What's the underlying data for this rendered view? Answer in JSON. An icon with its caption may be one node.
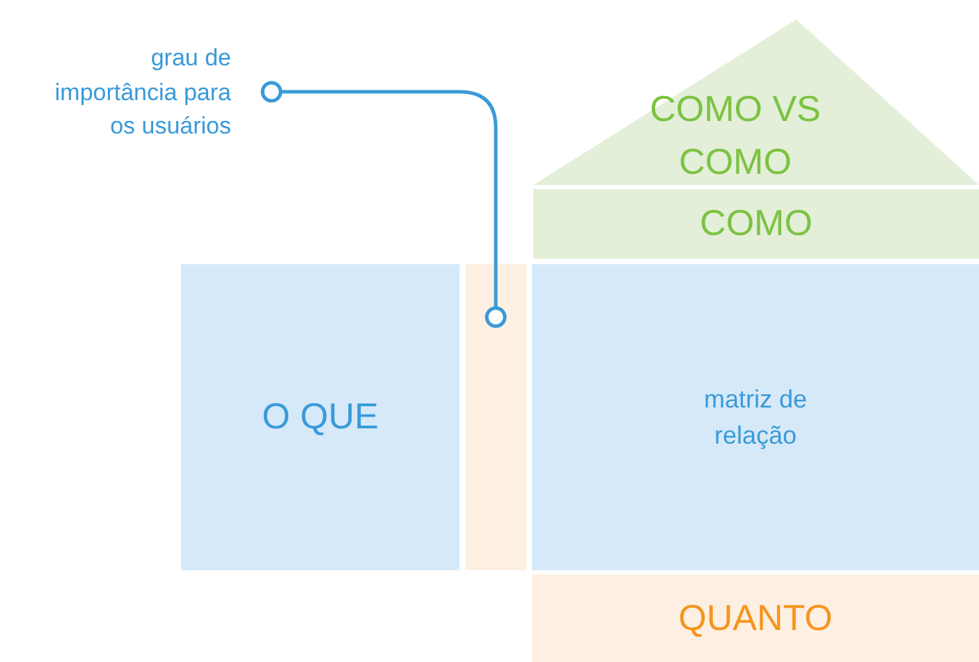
{
  "diagram": {
    "nodes": [
      {
        "text": [
          "grau de importância para os usuários"
        ]
      },
      {
        "text": [
          "COMO VS COMO"
        ]
      },
      {
        "text": [
          "COMO"
        ]
      },
      {
        "text": [
          "O QUE"
        ]
      },
      {
        "text": [],
        "shape": "box"
      },
      {
        "text": [
          "matriz de relação"
        ]
      },
      {
        "text": [
          "QUANTO"
        ]
      }
    ],
    "edges": [
      {
        "from": 0,
        "to": 4,
        "arrow": "other"
      }
    ]
  }
}
